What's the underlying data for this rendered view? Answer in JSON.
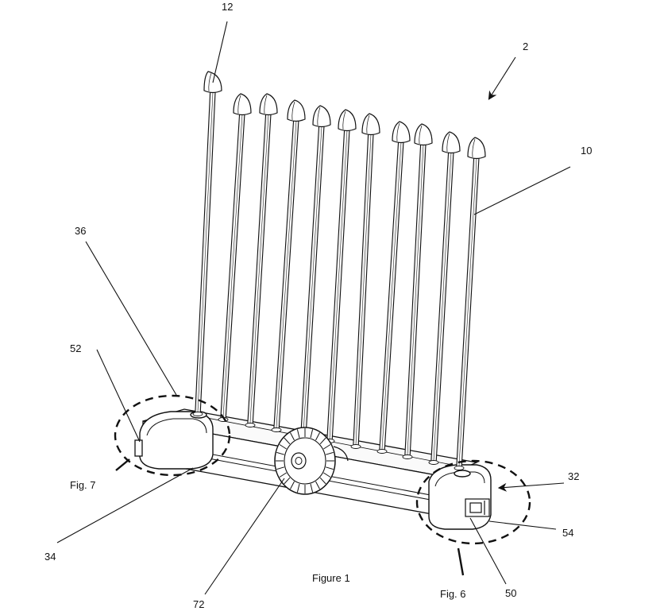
{
  "figure": {
    "caption": "Figure 1",
    "references": {
      "assembly": "2",
      "rod": "10",
      "rod_tip": "12",
      "right_end": "32",
      "left_end": "34",
      "left_cap": "36",
      "right_clip": "50",
      "left_clip": "52",
      "right_tab": "54",
      "wheel": "72"
    },
    "detail_callouts": {
      "left": "Fig. 7",
      "right": "Fig. 6"
    }
  },
  "colors": {
    "ink": "#111111",
    "paper": "#ffffff",
    "rod_fill": "#f4f4f4"
  }
}
